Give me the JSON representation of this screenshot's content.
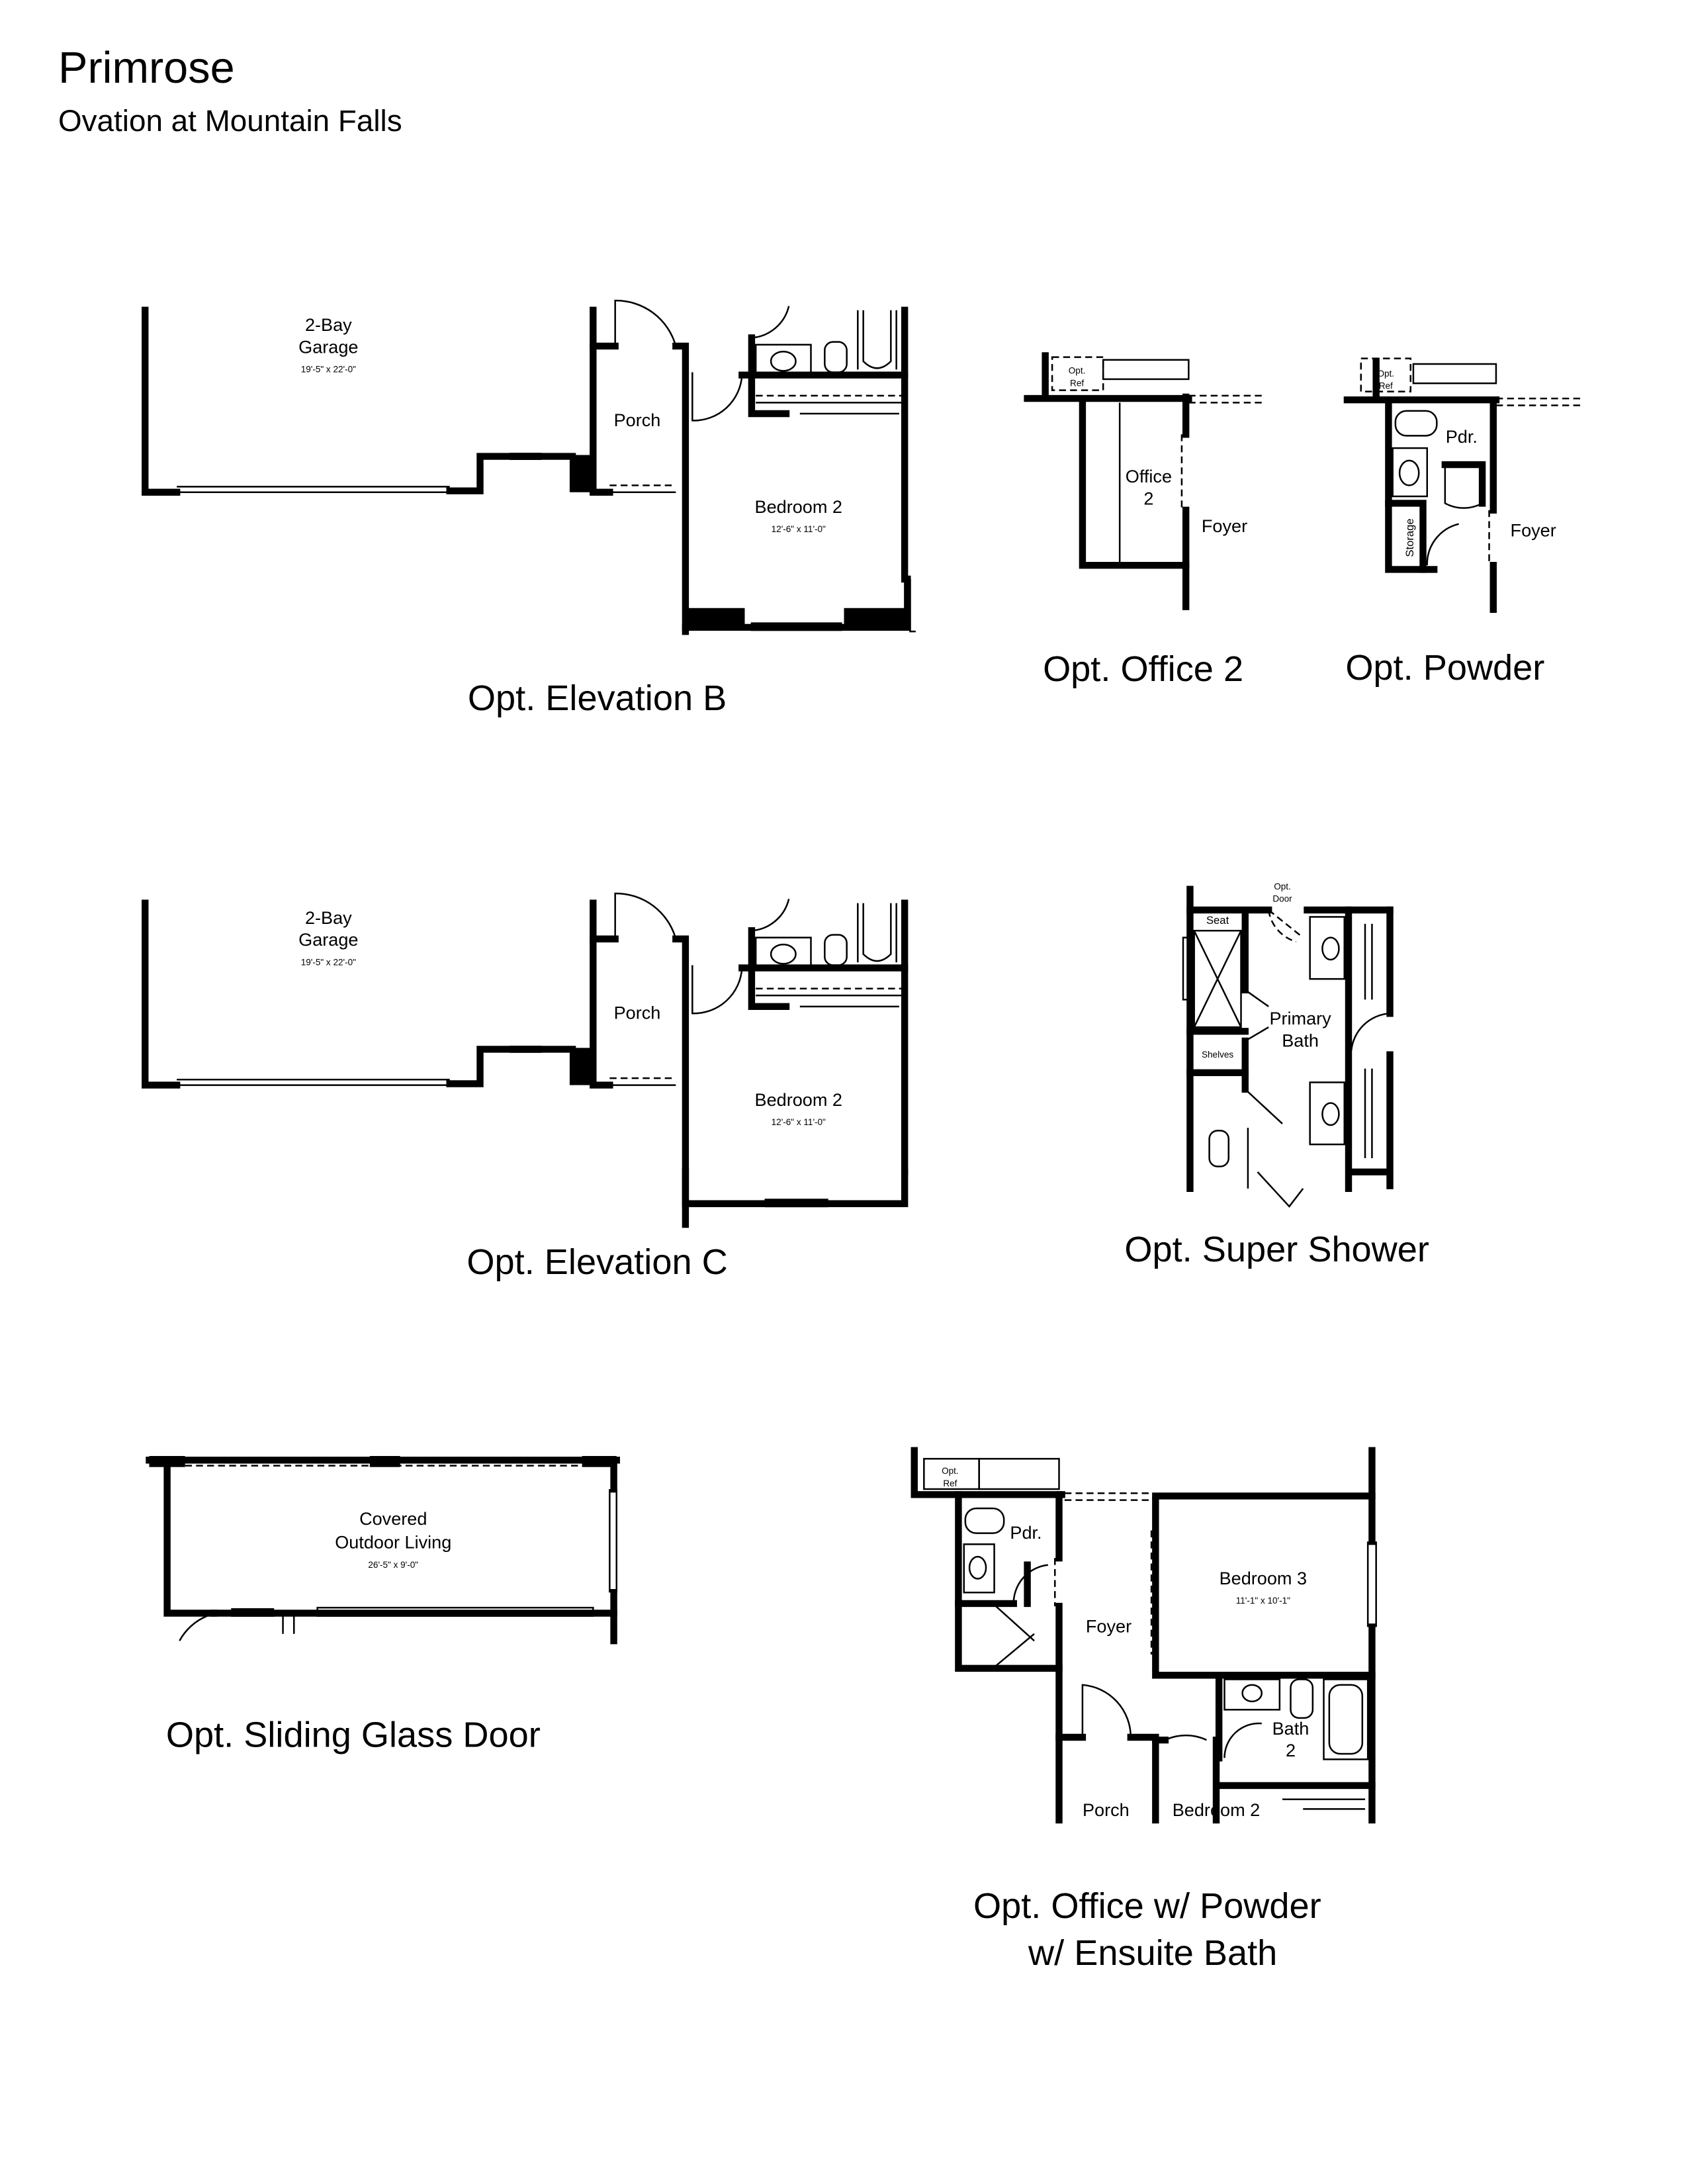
{
  "header": {
    "title": "Primrose",
    "subtitle": "Ovation at Mountain Falls"
  },
  "elevation_b": {
    "caption": "Opt. Elevation B",
    "garage": {
      "line1": "2-Bay",
      "line2": "Garage",
      "dims": "19'-5\" x 22'-0\""
    },
    "porch": "Porch",
    "bedroom": {
      "name": "Bedroom 2",
      "dims": "12'-6\" x 11'-0\""
    }
  },
  "elevation_c": {
    "caption": "Opt. Elevation C",
    "garage": {
      "line1": "2-Bay",
      "line2": "Garage",
      "dims": "19'-5\" x 22'-0\""
    },
    "porch": "Porch",
    "bedroom": {
      "name": "Bedroom 2",
      "dims": "12'-6\" x 11'-0\""
    }
  },
  "office2": {
    "caption": "Opt. Office 2",
    "opt_ref": [
      "Opt.",
      "Ref"
    ],
    "room": [
      "Office",
      "2"
    ],
    "foyer": "Foyer"
  },
  "powder": {
    "caption": "Opt. Powder",
    "opt_ref": [
      "Opt.",
      "Ref"
    ],
    "pdr": "Pdr.",
    "storage": "Storage",
    "foyer": "Foyer"
  },
  "super_shower": {
    "caption": "Opt. Super Shower",
    "opt_door": [
      "Opt.",
      "Door"
    ],
    "seat": "Seat",
    "shelves": "Shelves",
    "room": [
      "Primary",
      "Bath"
    ]
  },
  "sliding_door": {
    "caption": "Opt. Sliding Glass Door",
    "room": [
      "Covered",
      "Outdoor Living"
    ],
    "dims": "26'-5\" x 9'-0\""
  },
  "office_powder": {
    "caption": [
      "Opt. Office w/ Powder",
      "w/ Ensuite Bath"
    ],
    "opt_ref": [
      "Opt.",
      "Ref"
    ],
    "pdr": "Pdr.",
    "foyer": "Foyer",
    "bedroom3": {
      "name": "Bedroom 3",
      "dims": "11'-1\" x 10'-1\""
    },
    "bath2": [
      "Bath",
      "2"
    ],
    "porch": "Porch",
    "bedroom2": "Bedroom 2"
  }
}
